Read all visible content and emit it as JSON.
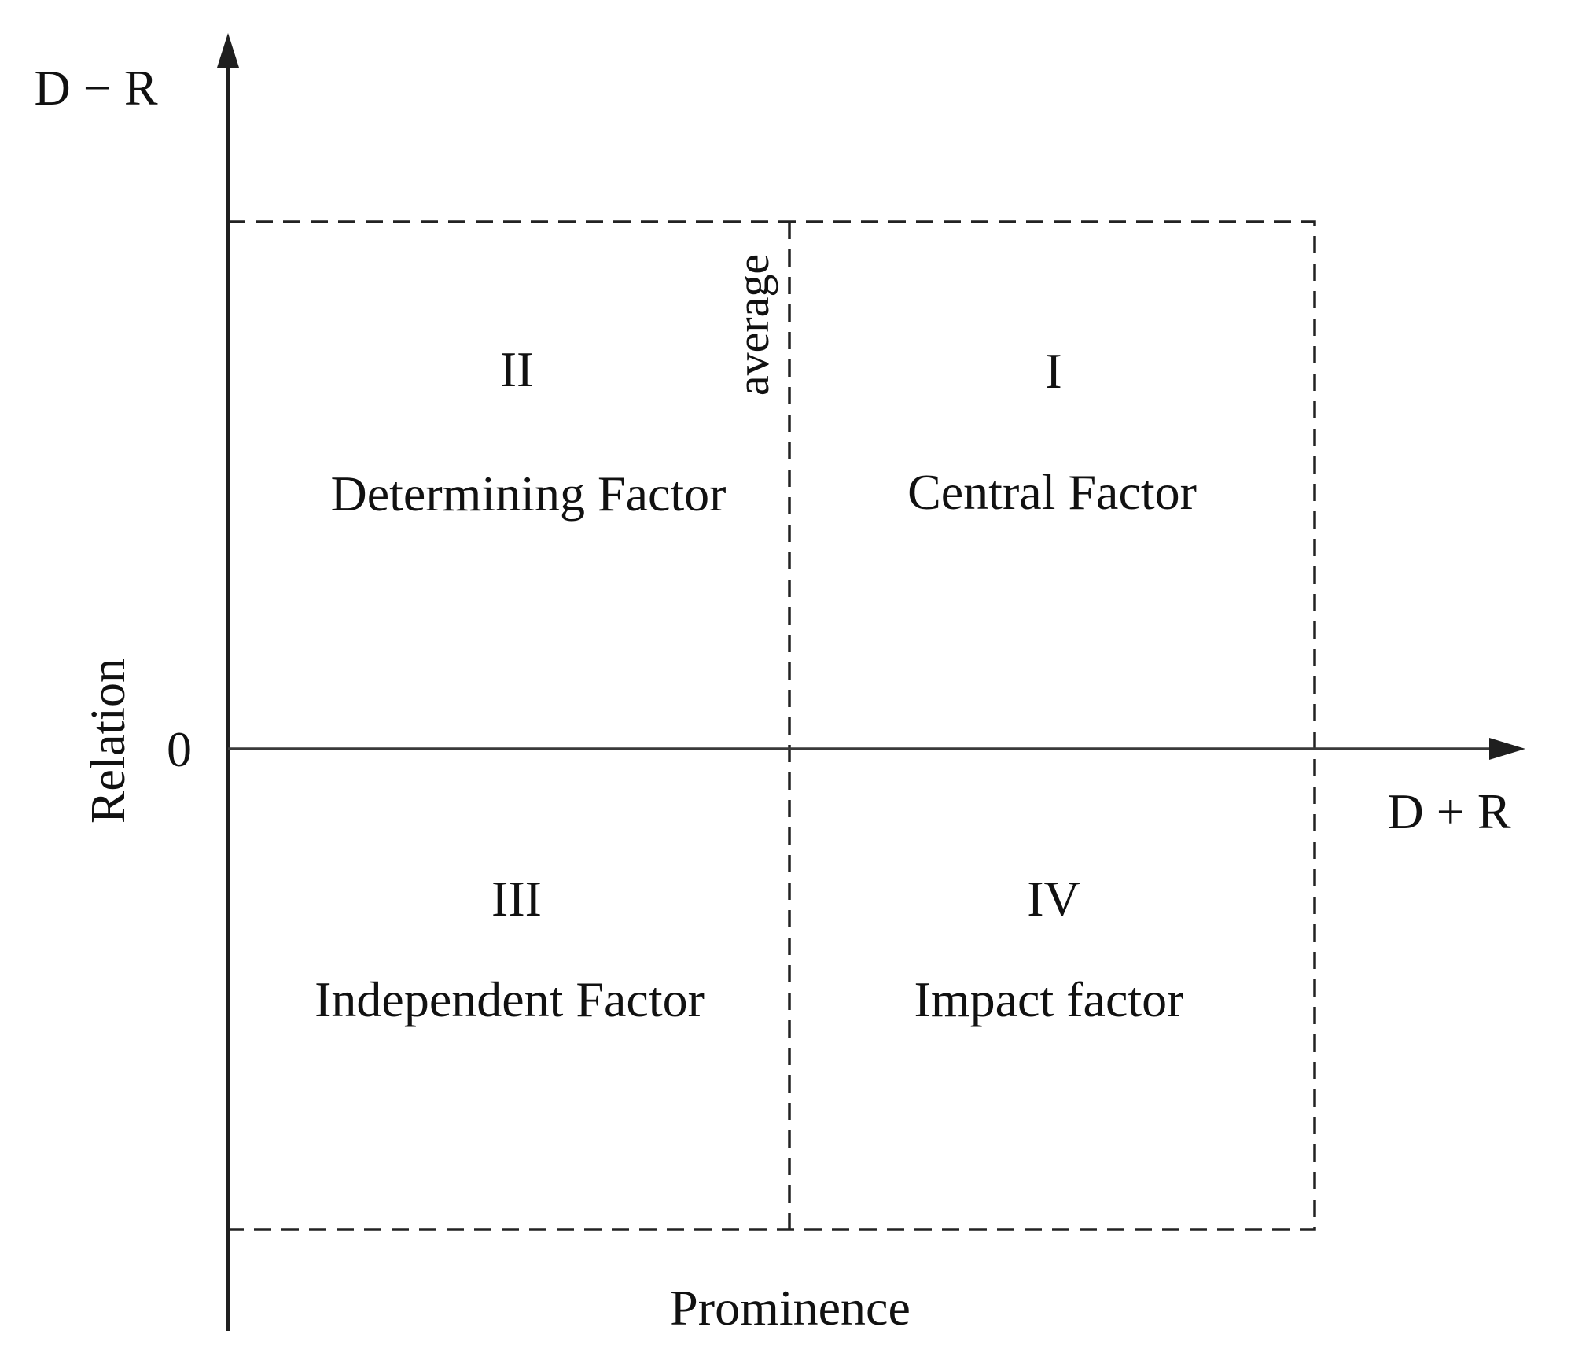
{
  "figure": {
    "background": "#ffffff",
    "line_color": "#1f1f1f",
    "text_color": "#111111",
    "y_axis": {
      "symbol": "D − R",
      "title": "Relation"
    },
    "x_axis": {
      "symbol": "D + R",
      "title": "Prominence"
    },
    "origin_label": "0",
    "divider_label": "average",
    "quadrants": [
      {
        "numeral": "I",
        "label": "Central Factor",
        "position": "top-right"
      },
      {
        "numeral": "II",
        "label": "Determining Factor",
        "position": "top-left"
      },
      {
        "numeral": "III",
        "label": "Independent Factor",
        "position": "bottom-left"
      },
      {
        "numeral": "IV",
        "label": "Impact factor",
        "position": "bottom-right"
      }
    ]
  }
}
